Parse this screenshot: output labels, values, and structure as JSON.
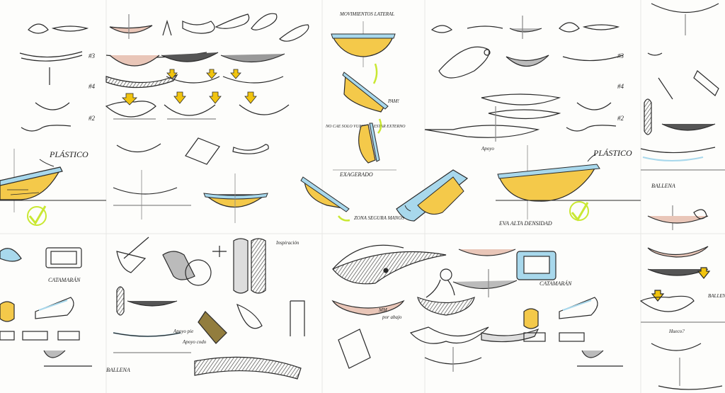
{
  "labels": {
    "plastic_left": "PLÁSTICO",
    "plastic_right": "PLÁSTICO",
    "lateral_movement": "MOVIMIENTOS LATERAL",
    "exaggerate": "EXAGERADO",
    "safe_zone": "ZONA SEGURA MANOS",
    "no_fall": "NO CAE SOLO VUELVE A ESTAR EXTERNO",
    "pam": "PAM!",
    "eva": "EVA ALTA DENSIDAD",
    "balena_1": "BALLENA",
    "balena_2": "BALLENA",
    "balena_3": "BALLENA",
    "catamaran_1": "CATAMARÁN",
    "catamaran_2": "CATAMARÁN",
    "apoyo_pie": "Apoyo pie",
    "apoyo_codo": "Apoyo codo",
    "hueco": "Hueco?",
    "mm": "MM",
    "por_abajo": "por abajo"
  },
  "colors": {
    "ink": "#2a2a2a",
    "yellow": "#f4c94a",
    "blue": "#a8d8ec",
    "pink": "#e9c6b8",
    "green_check": "#c9e832",
    "arrow_yellow": "#f1c40f"
  }
}
